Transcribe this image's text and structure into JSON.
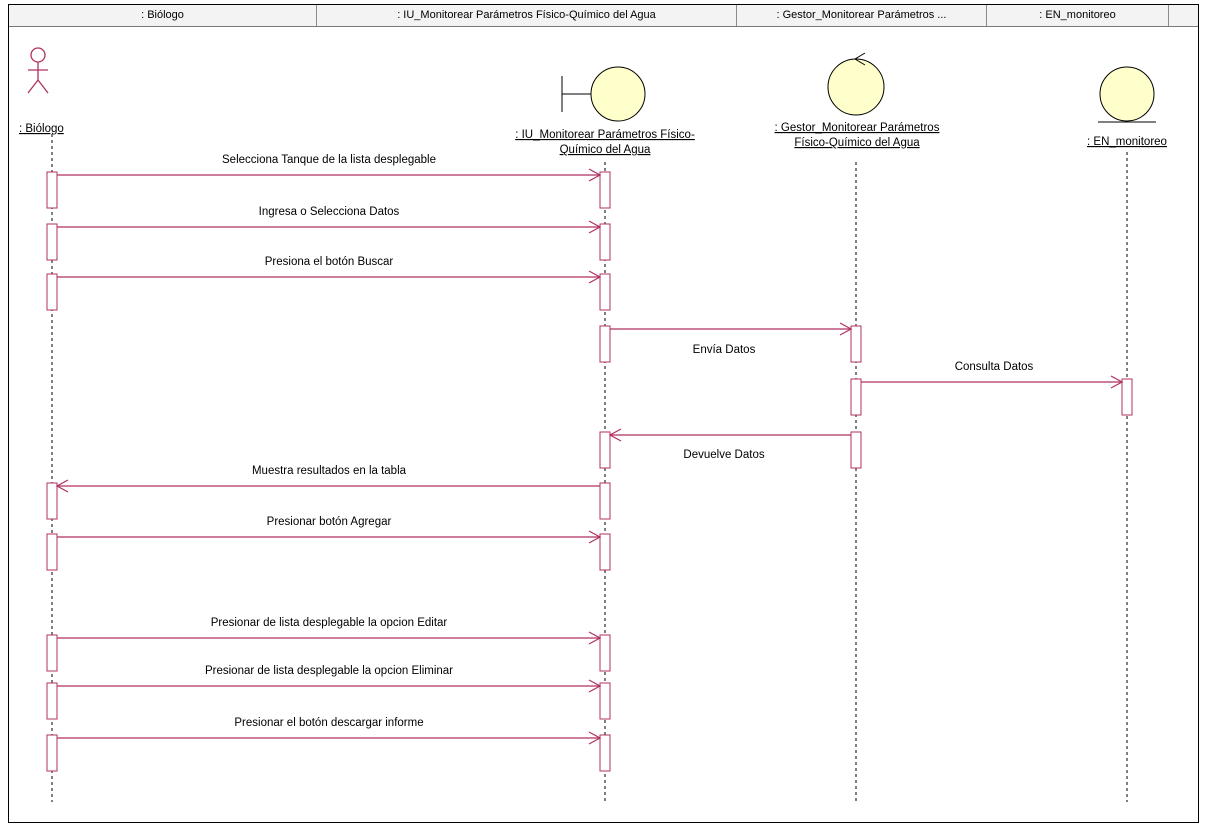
{
  "colors": {
    "message_line": "#b03060",
    "actor_stroke": "#b03060",
    "object_fill": "#ffffcc",
    "activation_stroke": "#b03060",
    "lifeline": "#000000",
    "header_bg": "#f3f3f3"
  },
  "header": {
    "cells": [
      ": Biólogo",
      ": IU_Monitorear Parámetros Físico-Químico del Agua",
      ": Gestor_Monitorear Parámetros ...",
      ": EN_monitoreo"
    ]
  },
  "lifelines": [
    {
      "id": "biologo",
      "kind": "actor",
      "label_lines": [
        ": Biólogo"
      ]
    },
    {
      "id": "iu",
      "kind": "boundary",
      "label_lines": [
        ": IU_Monitorear Parámetros Físico-",
        "Químico del Agua"
      ]
    },
    {
      "id": "gestor",
      "kind": "control",
      "label_lines": [
        ": Gestor_Monitorear Parámetros",
        "Físico-Químico del Agua"
      ]
    },
    {
      "id": "en",
      "kind": "entity",
      "label_lines": [
        ": EN_monitoreo"
      ]
    }
  ],
  "messages": [
    {
      "from": "biologo",
      "to": "iu",
      "label": "Selecciona Tanque de la lista desplegable"
    },
    {
      "from": "biologo",
      "to": "iu",
      "label": "Ingresa o Selecciona Datos"
    },
    {
      "from": "biologo",
      "to": "iu",
      "label": "Presiona el botón Buscar"
    },
    {
      "from": "iu",
      "to": "gestor",
      "label": "Envía Datos"
    },
    {
      "from": "gestor",
      "to": "en",
      "label": "Consulta Datos"
    },
    {
      "from": "gestor",
      "to": "iu",
      "label": "Devuelve Datos"
    },
    {
      "from": "iu",
      "to": "biologo",
      "label": "Muestra resultados en la tabla"
    },
    {
      "from": "biologo",
      "to": "iu",
      "label": "Presionar botón Agregar"
    },
    {
      "from": "biologo",
      "to": "iu",
      "label": "Presionar de lista desplegable la opcion Editar"
    },
    {
      "from": "biologo",
      "to": "iu",
      "label": "Presionar de lista desplegable la opcion Eliminar"
    },
    {
      "from": "biologo",
      "to": "iu",
      "label": "Presionar el botón descargar informe"
    }
  ]
}
